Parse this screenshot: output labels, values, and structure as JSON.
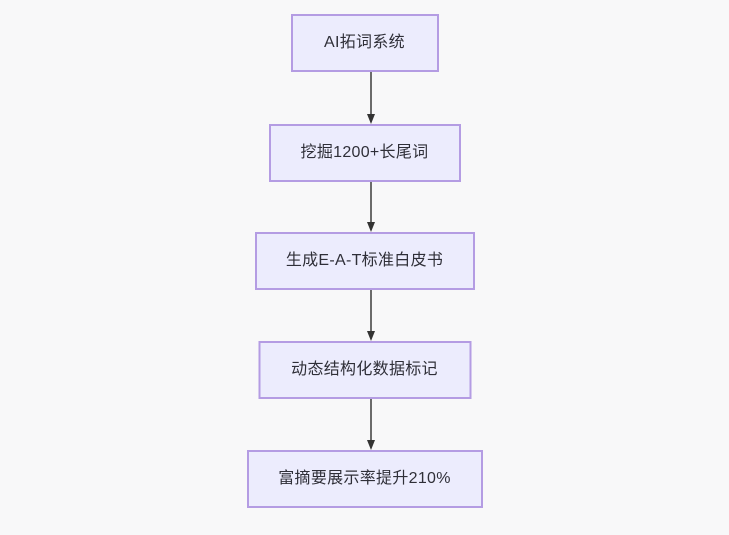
{
  "diagram": {
    "type": "flowchart",
    "direction": "top-to-bottom",
    "background_color": "#f8f8f9",
    "node_fill_color": "#ececfd",
    "node_border_color": "#b49ce3",
    "node_text_color": "#2f2f38",
    "edge_line_color": "#6b6b6b",
    "edge_arrow_color": "#333333",
    "nodes": [
      {
        "id": "n0",
        "label": "AI拓词系统"
      },
      {
        "id": "n1",
        "label": "挖掘1200+长尾词"
      },
      {
        "id": "n2",
        "label": "生成E-A-T标准白皮书"
      },
      {
        "id": "n3",
        "label": "动态结构化数据标记"
      },
      {
        "id": "n4",
        "label": "富摘要展示率提升210%"
      }
    ],
    "edges": [
      {
        "from": "n0",
        "to": "n1",
        "arrow": "filled-triangle"
      },
      {
        "from": "n1",
        "to": "n2",
        "arrow": "filled-triangle"
      },
      {
        "from": "n2",
        "to": "n3",
        "arrow": "filled-triangle"
      },
      {
        "from": "n3",
        "to": "n4",
        "arrow": "filled-triangle"
      }
    ]
  }
}
